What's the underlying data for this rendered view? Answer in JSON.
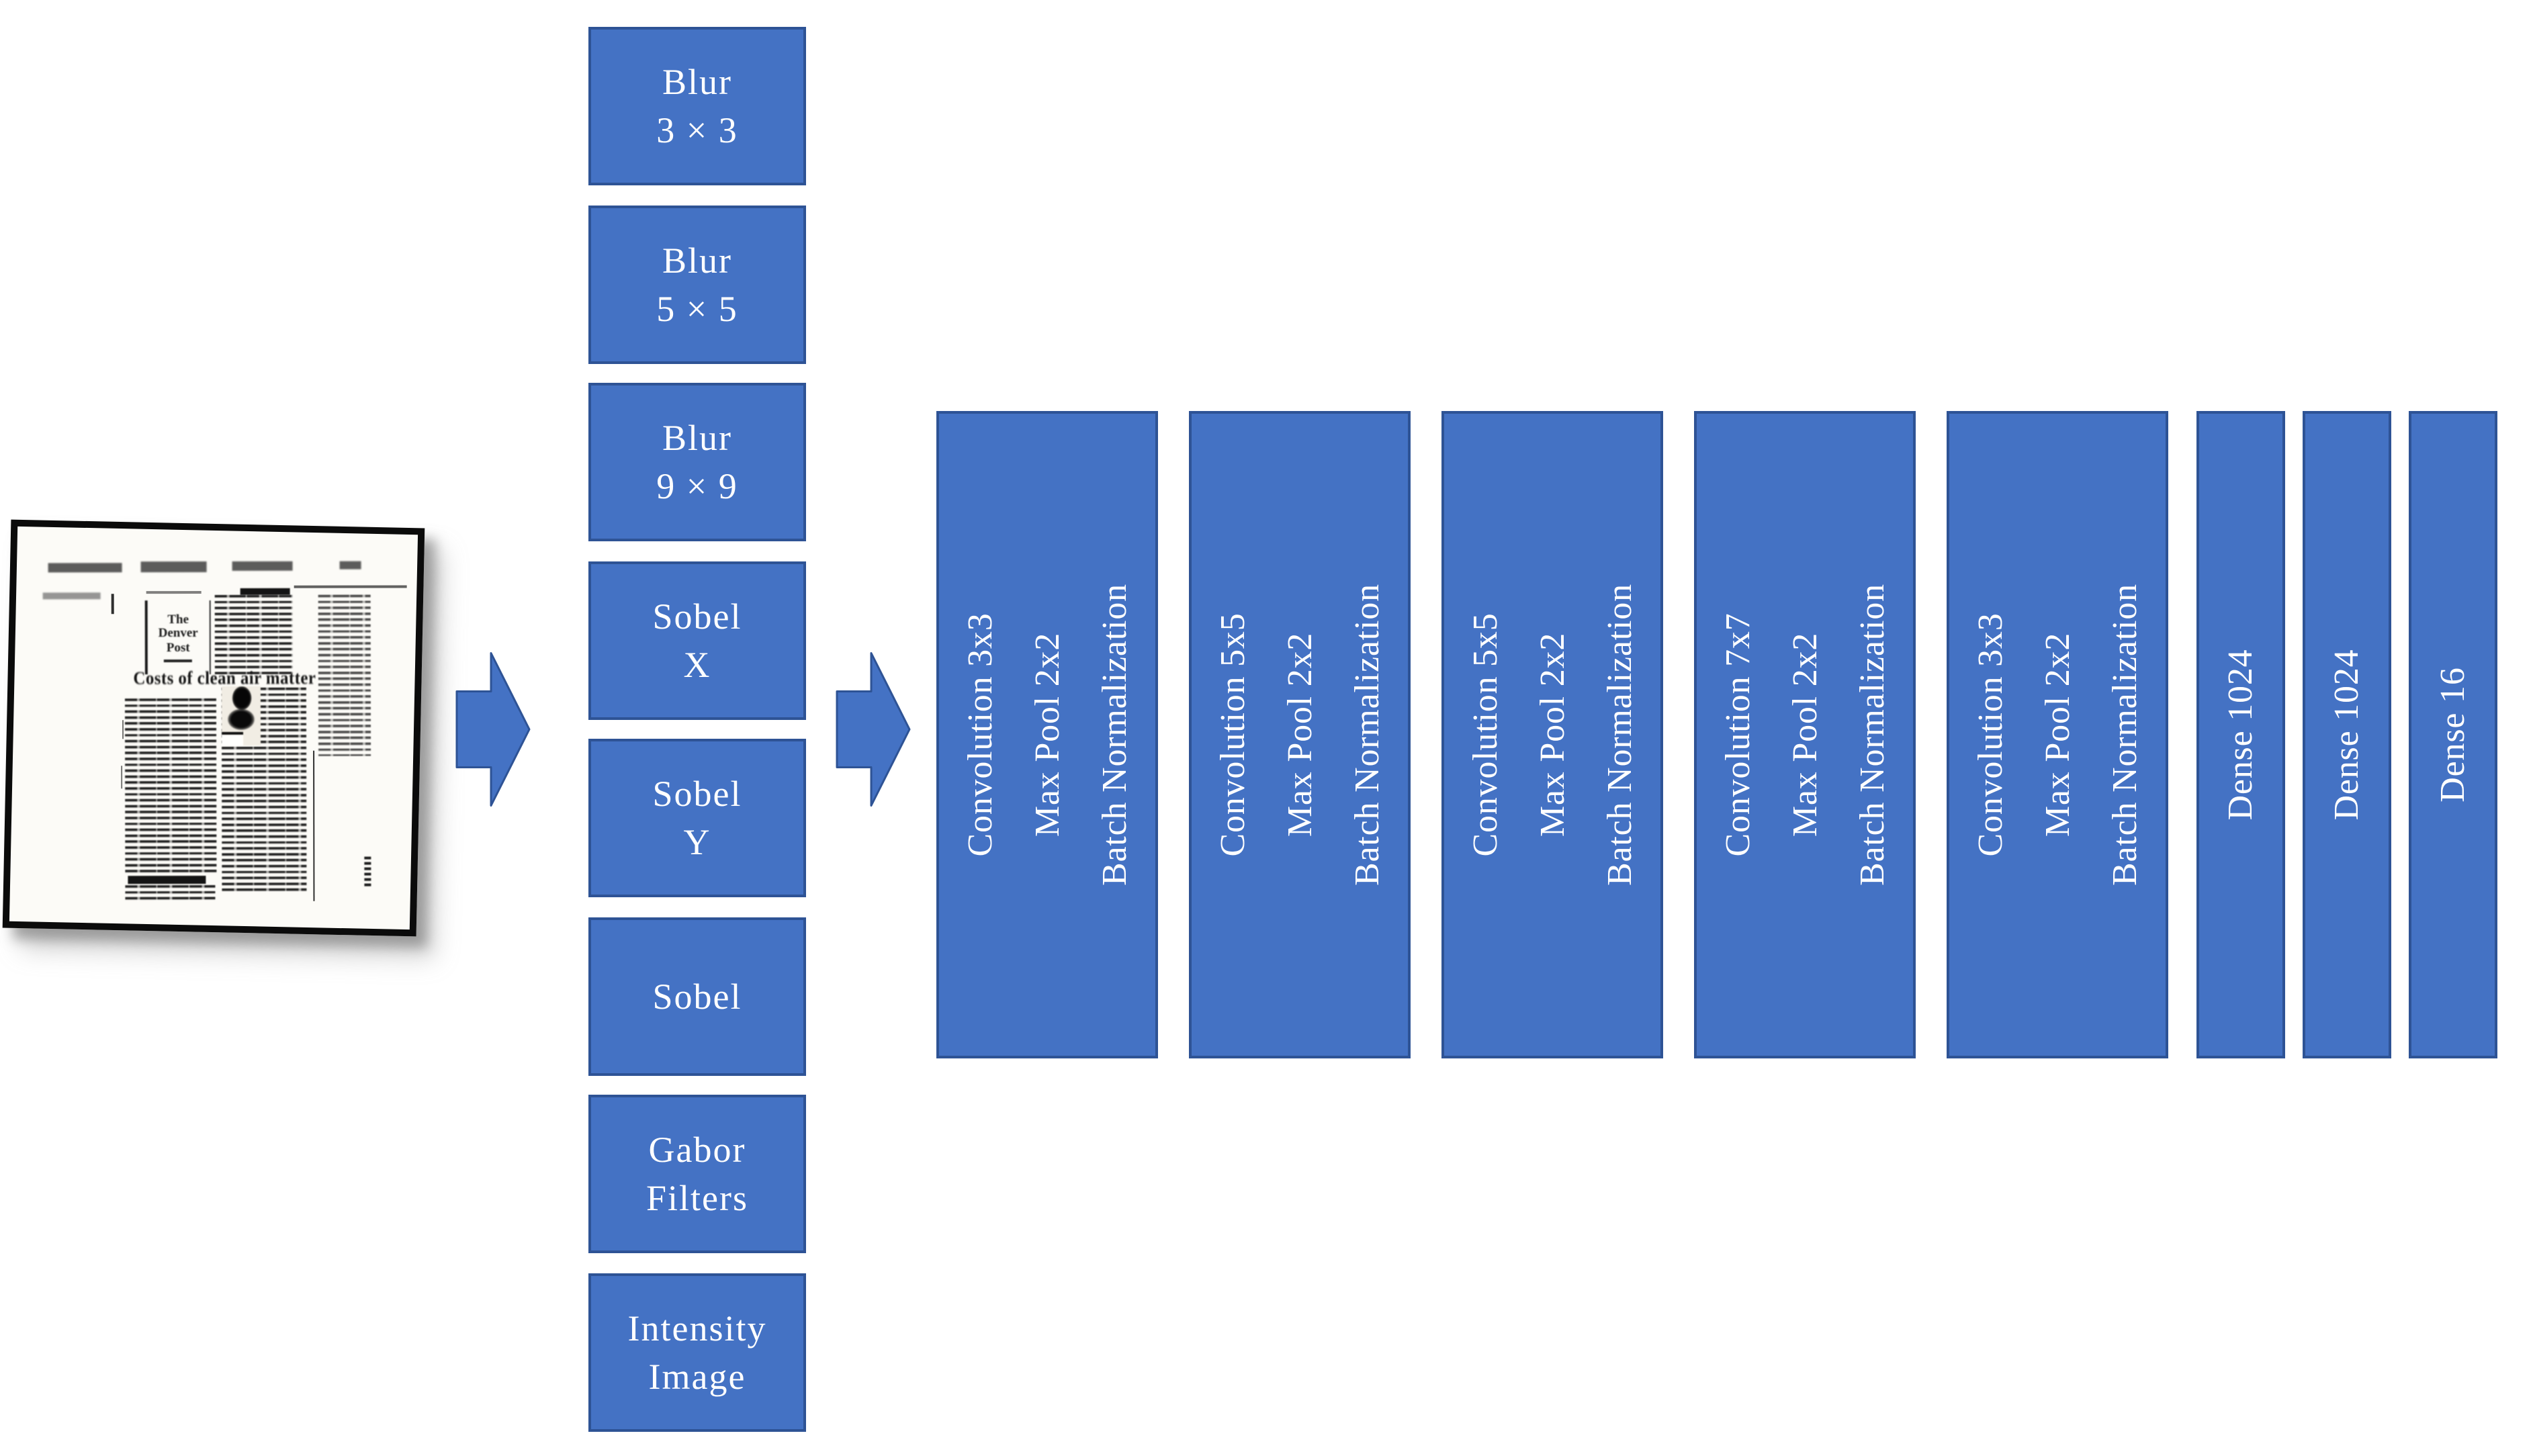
{
  "figure": {
    "type": "cnn-architecture-pipeline-diagram",
    "colors": {
      "box_fill": "#4472C4",
      "box_border": "#2E5395",
      "text_color": "#FFFFFF",
      "bg": "#FFFFFF"
    }
  },
  "newspaper": {
    "masthead": "The Denver Post",
    "headline": "Costs of clean air matter"
  },
  "preprocess": {
    "boxes": [
      {
        "lines": [
          "Blur",
          "3 × 3"
        ]
      },
      {
        "lines": [
          "Blur",
          "5 × 5"
        ]
      },
      {
        "lines": [
          "Blur",
          "9 × 9"
        ]
      },
      {
        "lines": [
          "Sobel",
          "X"
        ]
      },
      {
        "lines": [
          "Sobel",
          "Y"
        ]
      },
      {
        "lines": [
          "Sobel"
        ]
      },
      {
        "lines": [
          "Gabor",
          "Filters"
        ]
      },
      {
        "lines": [
          "Intensity",
          "Image"
        ]
      }
    ]
  },
  "network": {
    "conv_blocks": [
      {
        "lines": [
          "Convolution 3x3",
          "Max Pool 2x2",
          "Batch Normalization"
        ]
      },
      {
        "lines": [
          "Convolution 5x5",
          "Max Pool 2x2",
          "Batch Normalization"
        ]
      },
      {
        "lines": [
          "Convolution 5x5",
          "Max Pool 2x2",
          "Batch Normalization"
        ]
      },
      {
        "lines": [
          "Convolution 7x7",
          "Max Pool 2x2",
          "Batch Normalization"
        ]
      },
      {
        "lines": [
          "Convolution 3x3",
          "Max Pool 2x2",
          "Batch Normalization"
        ]
      }
    ],
    "dense_blocks": [
      {
        "label": "Dense 1024"
      },
      {
        "label": "Dense 1024"
      },
      {
        "label": "Dense 16"
      }
    ]
  }
}
